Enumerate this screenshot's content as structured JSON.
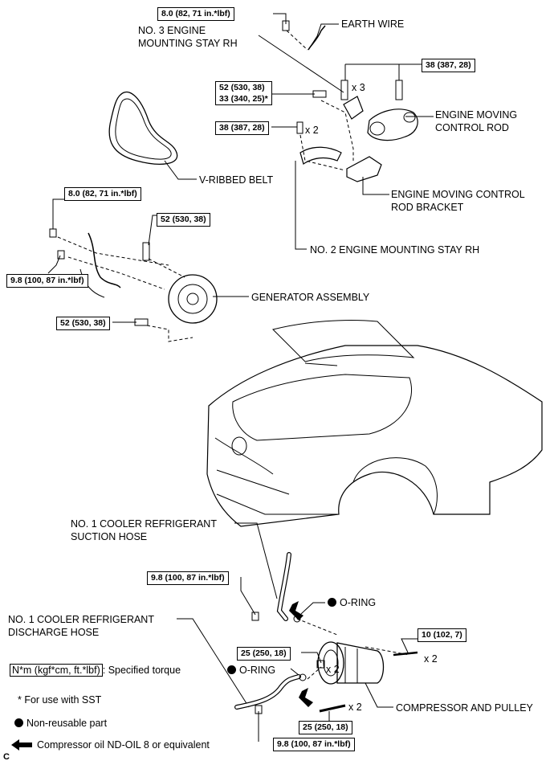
{
  "labels": {
    "earth_wire": "EARTH WIRE",
    "no3_stay_line1": "NO. 3 ENGINE",
    "no3_stay_line2": "MOUNTING STAY RH",
    "emcr_line1": "ENGINE MOVING",
    "emcr_line2": "CONTROL ROD",
    "v_belt": "V-RIBBED BELT",
    "emcrb_line1": "ENGINE MOVING CONTROL",
    "emcrb_line2": "ROD BRACKET",
    "no2_stay": "NO. 2 ENGINE MOUNTING STAY RH",
    "generator": "GENERATOR ASSEMBLY",
    "suction_line1": "NO. 1 COOLER REFRIGERANT",
    "suction_line2": "SUCTION HOSE",
    "oring_top": "O-RING",
    "discharge_line1": "NO. 1 COOLER REFRIGERANT",
    "discharge_line2": "DISCHARGE HOSE",
    "oring_bottom": "O-RING",
    "compressor": "COMPRESSOR AND PULLEY"
  },
  "torques": {
    "earth_bolt": "8.0 (82, 71 in.*lbf)",
    "mount_bolts": "38 (387, 28)",
    "no3_bolt_a": "52 (530, 38)",
    "no3_bolt_b": "33 (340, 25)*",
    "no2_bolts": "38 (387, 28)",
    "gen_small_bolt": "8.0 (82, 71 in.*lbf)",
    "gen_upper_bolt": "52 (530, 38)",
    "gen_nut": "9.8 (100, 87 in.*lbf)",
    "gen_lower_bolt": "52 (530, 38)",
    "suction_bolt": "9.8 (100, 87 in.*lbf)",
    "comp_stud": "10 (102, 7)",
    "comp_nut": "25 (250, 18)",
    "comp_bolt": "25 (250, 18)",
    "discharge_bolt": "9.8 (100, 87 in.*lbf)"
  },
  "multipliers": {
    "mount": "x 3",
    "no2": "x 2",
    "stud": "x 2",
    "nut": "x 2",
    "bolt": "x 2"
  },
  "legend": {
    "torque_unit": "N*m (kgf*cm, ft.*lbf)",
    "torque_desc": ": Specified torque",
    "sst": "* For use with SST",
    "nonreusable": "Non-reusable part",
    "oil": "Compressor oil ND-OIL 8 or equivalent"
  },
  "corner_mark": "C"
}
